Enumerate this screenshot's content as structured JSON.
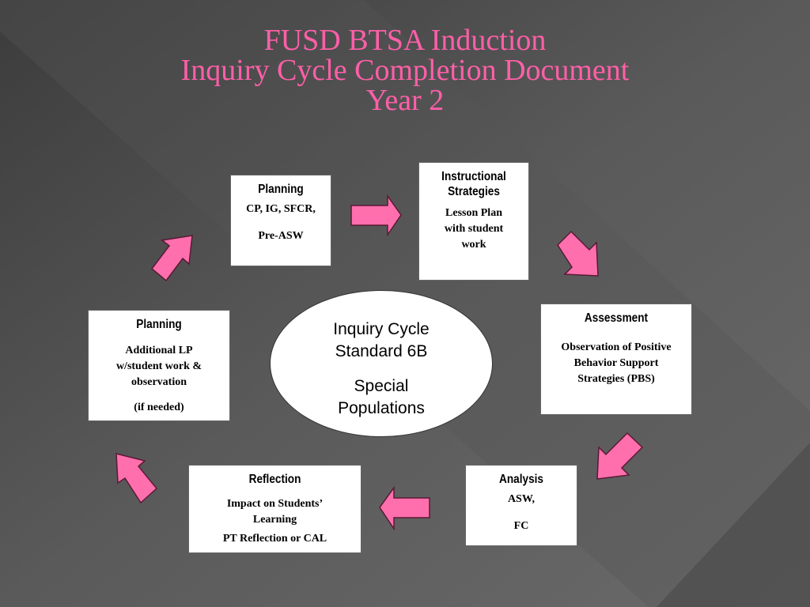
{
  "title": {
    "line1": "FUSD BTSA Induction",
    "line2": "Inquiry Cycle Completion Document",
    "line3": "Year 2"
  },
  "center": {
    "line1": "Inquiry Cycle",
    "line2": "Standard 6B",
    "line3": "Special",
    "line4": "Populations"
  },
  "boxes": {
    "planning_top": {
      "heading": "Planning",
      "text1": "CP, IG, SFCR,",
      "text2": "Pre-ASW"
    },
    "instructional": {
      "heading1": "Instructional",
      "heading2": "Strategies",
      "text1": "Lesson Plan",
      "text2": "with student",
      "text3": "work"
    },
    "assessment": {
      "heading": "Assessment",
      "text1": "Observation of Positive",
      "text2": "Behavior Support",
      "text3": "Strategies (PBS)"
    },
    "analysis": {
      "heading": "Analysis",
      "text1": "ASW,",
      "text2": "FC"
    },
    "reflection": {
      "heading": "Reflection",
      "text1": "Impact on Students’",
      "text2": "Learning",
      "text3": "PT Reflection or CAL"
    },
    "planning_left": {
      "heading": "Planning",
      "text1": "Additional LP",
      "text2": "w/student work &",
      "text3": "observation",
      "text4": "(if needed)"
    }
  },
  "colors": {
    "title": "#ff5fa8",
    "arrow_fill": "#ff6fae",
    "arrow_stroke": "#5a1a34",
    "background": "#4a4a4a"
  }
}
